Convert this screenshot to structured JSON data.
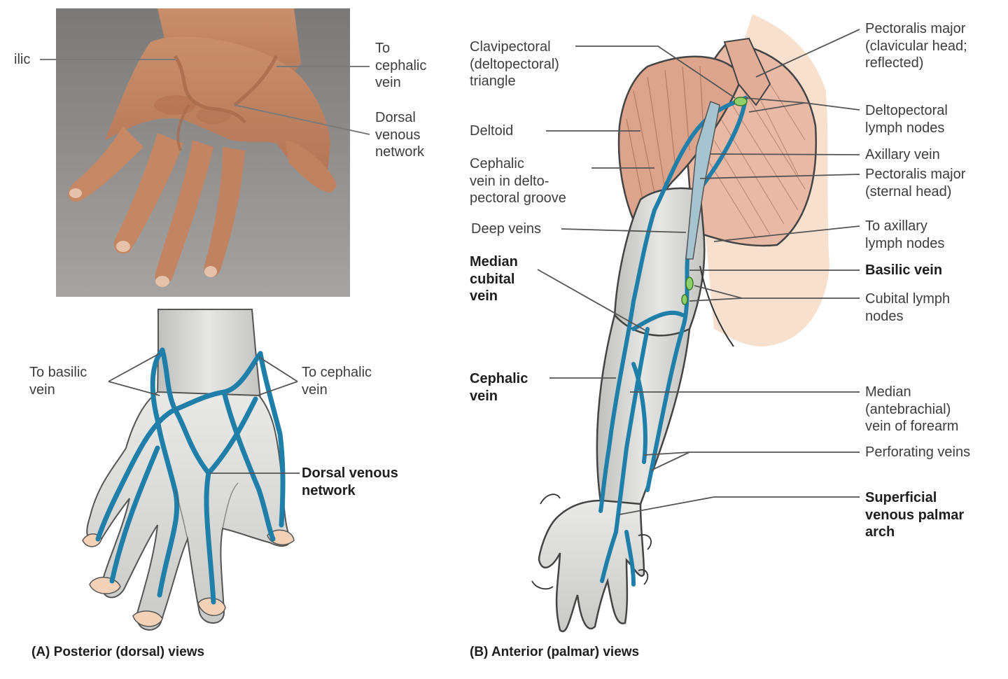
{
  "colors": {
    "vein": "#1f7fa8",
    "skin_photo": "#c48a66",
    "photo_background": "#8c8a88",
    "muscle": "#d9a58e",
    "illustration_skin": "#d8d8d6",
    "lymph_node": "#8fd06a",
    "fingernail": "#f4d2b8",
    "leader_line": "#7a7a7a"
  },
  "panel_a": {
    "caption": "(A) Posterior (dorsal) views",
    "photo_labels": {
      "basilic_cut": "ilic",
      "to_cephalic": "To\ncephalic\nvein",
      "dorsal_network": "Dorsal\nvenous\nnetwork"
    },
    "drawing_labels": {
      "to_basilic": "To basilic\nvein",
      "to_cephalic": "To cephalic\nvein",
      "dorsal_network": "Dorsal venous\nnetwork"
    }
  },
  "panel_b": {
    "caption": "(B) Anterior (palmar) views",
    "left_labels": {
      "clavipectoral": "Clavipectoral\n(deltopectoral)\ntriangle",
      "deltoid": "Deltoid",
      "cephalic_groove": "Cephalic\nvein in delto-\npectoral groove",
      "deep_veins": "Deep veins",
      "median_cubital": "Median\ncubital\nvein",
      "cephalic": "Cephalic\nvein"
    },
    "right_labels": {
      "pectoralis_clavicular": "Pectoralis major\n(clavicular head;\nreflected)",
      "deltopectoral_nodes": "Deltopectoral\nlymph nodes",
      "axillary_vein": "Axillary vein",
      "pectoralis_sternal": "Pectoralis major\n(sternal head)",
      "to_axillary_nodes": "To axillary\nlymph nodes",
      "basilic": "Basilic vein",
      "cubital_nodes": "Cubital lymph\nnodes",
      "median_antebrachial": "Median\n(antebrachial)\nvein of forearm",
      "perforating": "Perforating veins",
      "palmar_arch": "Superficial\nvenous palmar\narch"
    }
  }
}
